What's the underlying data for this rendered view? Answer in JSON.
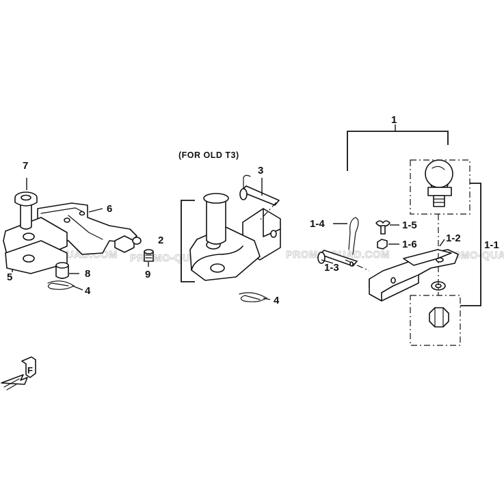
{
  "note": "(FOR OLD T3)",
  "watermark": "PROMO-QUAD.COM",
  "callouts": {
    "c1": "1",
    "c1_1": "1-1",
    "c1_2": "1-2",
    "c1_3": "1-3",
    "c1_4": "1-4",
    "c1_5": "1-5",
    "c1_6": "1-6",
    "c2": "2",
    "c3": "3",
    "c4a": "4",
    "c4b": "4",
    "c5": "5",
    "c6": "6",
    "c7": "7",
    "c8": "8",
    "c9": "9"
  },
  "front_marker": "F"
}
